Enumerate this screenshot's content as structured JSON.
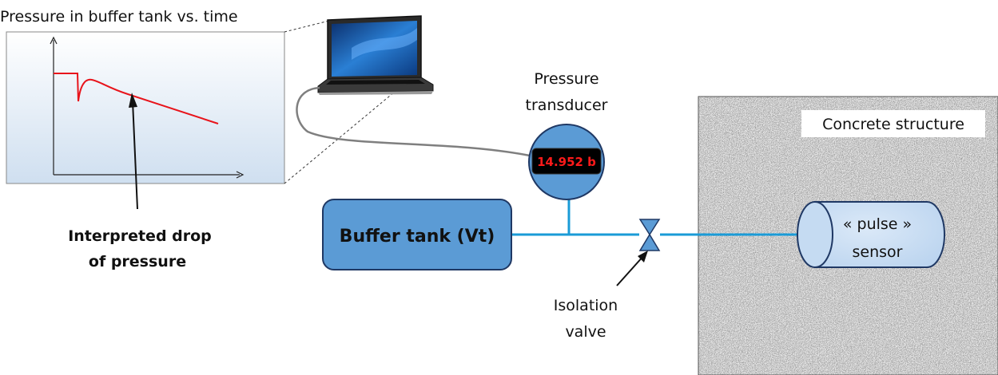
{
  "plot": {
    "title": "Pressure in buffer tank vs. time"
  },
  "annotations": {
    "drop_line1": "Interpreted drop",
    "drop_line2": "of pressure",
    "transducer_line1": "Pressure",
    "transducer_line2": "transducer",
    "valve_line1": "Isolation",
    "valve_line2": "valve"
  },
  "transducer": {
    "display": "14.952 b"
  },
  "buffer_tank": {
    "label": "Buffer tank (Vt)"
  },
  "concrete": {
    "label": "Concrete structure"
  },
  "sensor": {
    "line1": "« pulse »",
    "line2": "sensor"
  },
  "colors": {
    "pipe": "#1a9bd7",
    "tank_fill": "#5b9bd5",
    "tank_stroke": "#1f3864",
    "pressure_curve": "#e8141b",
    "plot_bg": "#dce8f4",
    "display_bg": "#000000",
    "display_text": "#ff1a1a"
  }
}
